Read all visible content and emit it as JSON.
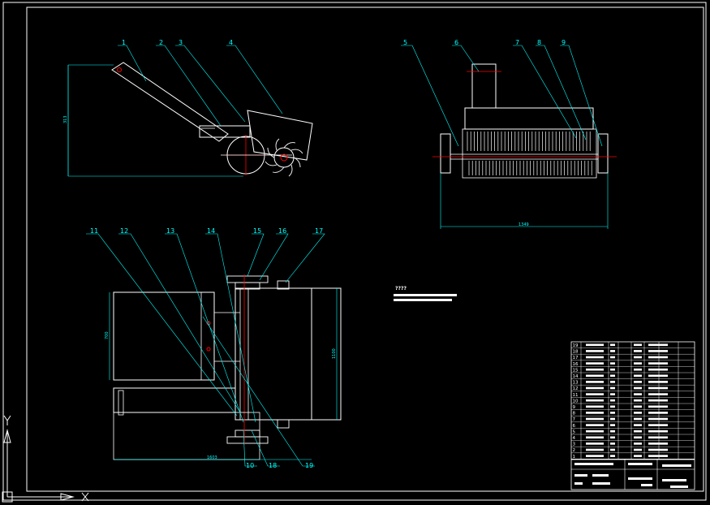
{
  "balloons": {
    "b1": "1",
    "b2": "2",
    "b3": "3",
    "b4": "4",
    "b5": "5",
    "b6": "6",
    "b7": "7",
    "b8": "8",
    "b9": "9",
    "b11": "11",
    "b12": "12",
    "b13": "13",
    "b14": "14",
    "b15": "15",
    "b16": "16",
    "b17": "17",
    "b10": "10",
    "b18": "18",
    "b19": "19"
  },
  "dimensions": {
    "side_height": "313",
    "front_width": "1349",
    "top_depth": "700",
    "top_height": "1100",
    "top_width": "1603"
  },
  "note_label": "????",
  "bom_numbers": [
    "19",
    "18",
    "17",
    "16",
    "15",
    "14",
    "13",
    "12",
    "11",
    "10",
    "9",
    "8",
    "7",
    "6",
    "5",
    "4",
    "3",
    "2",
    "1"
  ],
  "colors": {
    "background": "#000000",
    "border": "#ffffff",
    "leader": "#00ffff",
    "center_line": "#ff0000",
    "dimension_text": "#00ffff"
  }
}
